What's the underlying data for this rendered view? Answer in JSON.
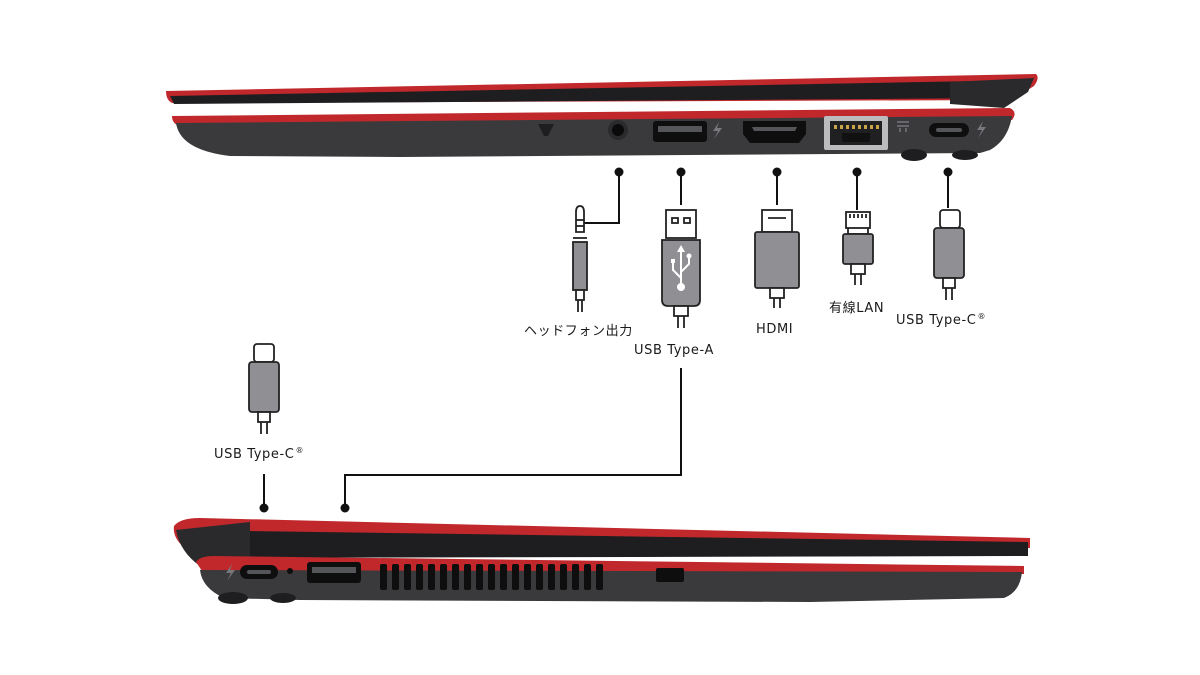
{
  "labels": {
    "headphone": "ヘッドフォン出力",
    "usb_a": "USB Type-A",
    "hdmi": "HDMI",
    "lan": "有線LAN",
    "usb_c_right": "USB Type-C",
    "usb_c_left": "USB Type-C",
    "registered_mark": "®"
  },
  "colors": {
    "body": "#3a3a3c",
    "body_dark": "#1e1e20",
    "accent_red": "#c0282c",
    "plug_gray": "#909094",
    "line": "#111111"
  }
}
